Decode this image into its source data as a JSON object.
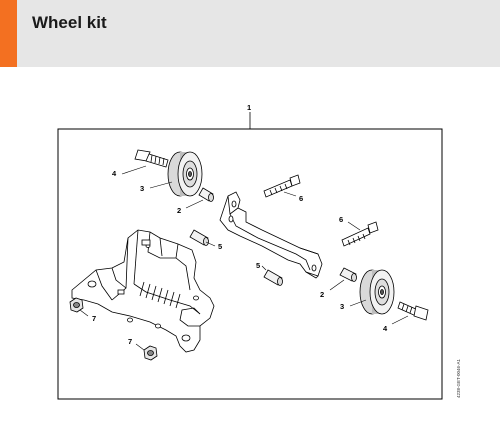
{
  "header": {
    "title": "Wheel kit",
    "accent_color": "#f37021",
    "background_color": "#e6e6e6"
  },
  "diagram": {
    "callouts": {
      "assembly": "1",
      "spacer_top": "2",
      "spacer_bottom": "2",
      "wheel_top": "3",
      "wheel_bottom": "3",
      "bolt_top": "4",
      "bolt_bottom": "4",
      "pin_left": "5",
      "pin_lower": "5",
      "screw_top": "6",
      "screw_right": "6",
      "nut_left": "7",
      "nut_bottom": "7"
    },
    "reference_code": "4238-GET-0046-A1"
  }
}
